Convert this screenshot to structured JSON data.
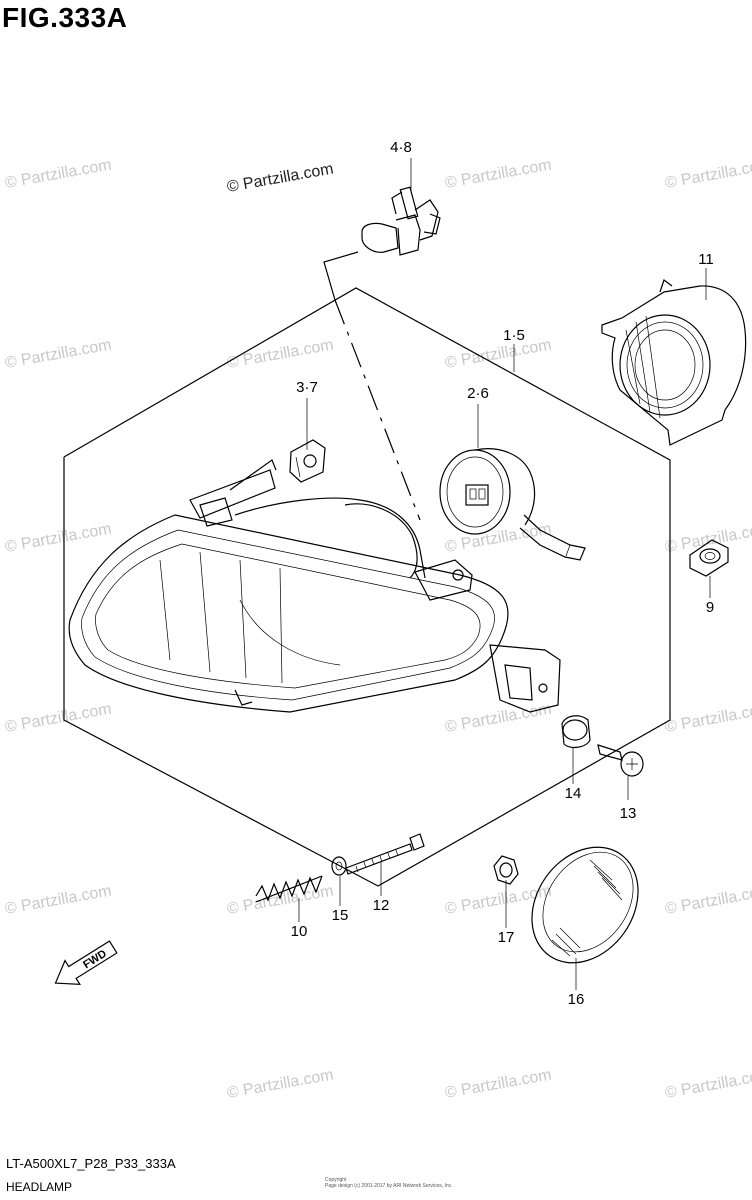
{
  "figure": {
    "title": "FIG.333A"
  },
  "watermark": {
    "text": "© Partzilla.com"
  },
  "callouts": {
    "p1": "1·5",
    "p2": "2·6",
    "p3": "3·7",
    "p4": "4·8",
    "p9": "9",
    "p10": "10",
    "p11": "11",
    "p12": "12",
    "p13": "13",
    "p14": "14",
    "p15": "15",
    "p16": "16",
    "p17": "17"
  },
  "fwd_arrow": {
    "label": "FWD"
  },
  "footer": {
    "code": "LT-A500XL7_P28_P33_333A",
    "name": "HEADLAMP",
    "fine_line1": "Copyright",
    "fine_line2": "Page design (c) 2001-2017 by ARI Network Services, Inc."
  }
}
